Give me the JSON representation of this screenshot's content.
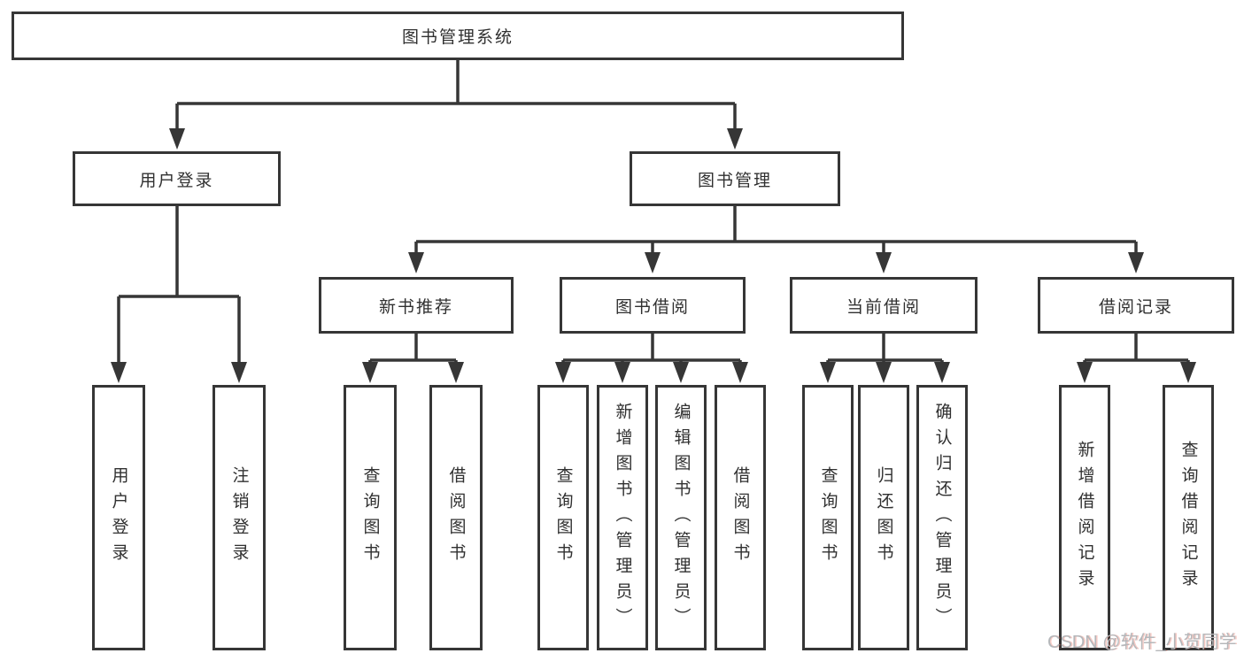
{
  "diagram": {
    "root": {
      "label": "图书管理系统"
    },
    "branches": [
      {
        "label": "用户登录",
        "children": [
          {
            "label": "用户登录"
          },
          {
            "label": "注销登录"
          }
        ]
      },
      {
        "label": "图书管理",
        "children": [
          {
            "label": "新书推荐",
            "children": [
              {
                "label": "查询图书"
              },
              {
                "label": "借阅图书"
              }
            ]
          },
          {
            "label": "图书借阅",
            "children": [
              {
                "label": "查询图书"
              },
              {
                "label": "新增图书（管理员）"
              },
              {
                "label": "编辑图书（管理员）"
              },
              {
                "label": "借阅图书"
              }
            ]
          },
          {
            "label": "当前借阅",
            "children": [
              {
                "label": "查询图书"
              },
              {
                "label": "归还图书"
              },
              {
                "label": "确认归还（管理员）"
              }
            ]
          },
          {
            "label": "借阅记录",
            "children": [
              {
                "label": "新增借阅记录"
              },
              {
                "label": "查询借阅记录"
              }
            ]
          }
        ]
      }
    ]
  },
  "watermark": {
    "text": "CSDN @软件_小贺同学"
  },
  "colors": {
    "line": "#363636",
    "text": "#303030",
    "box_background": "#ffffff",
    "watermark": "#b4b7ba"
  }
}
